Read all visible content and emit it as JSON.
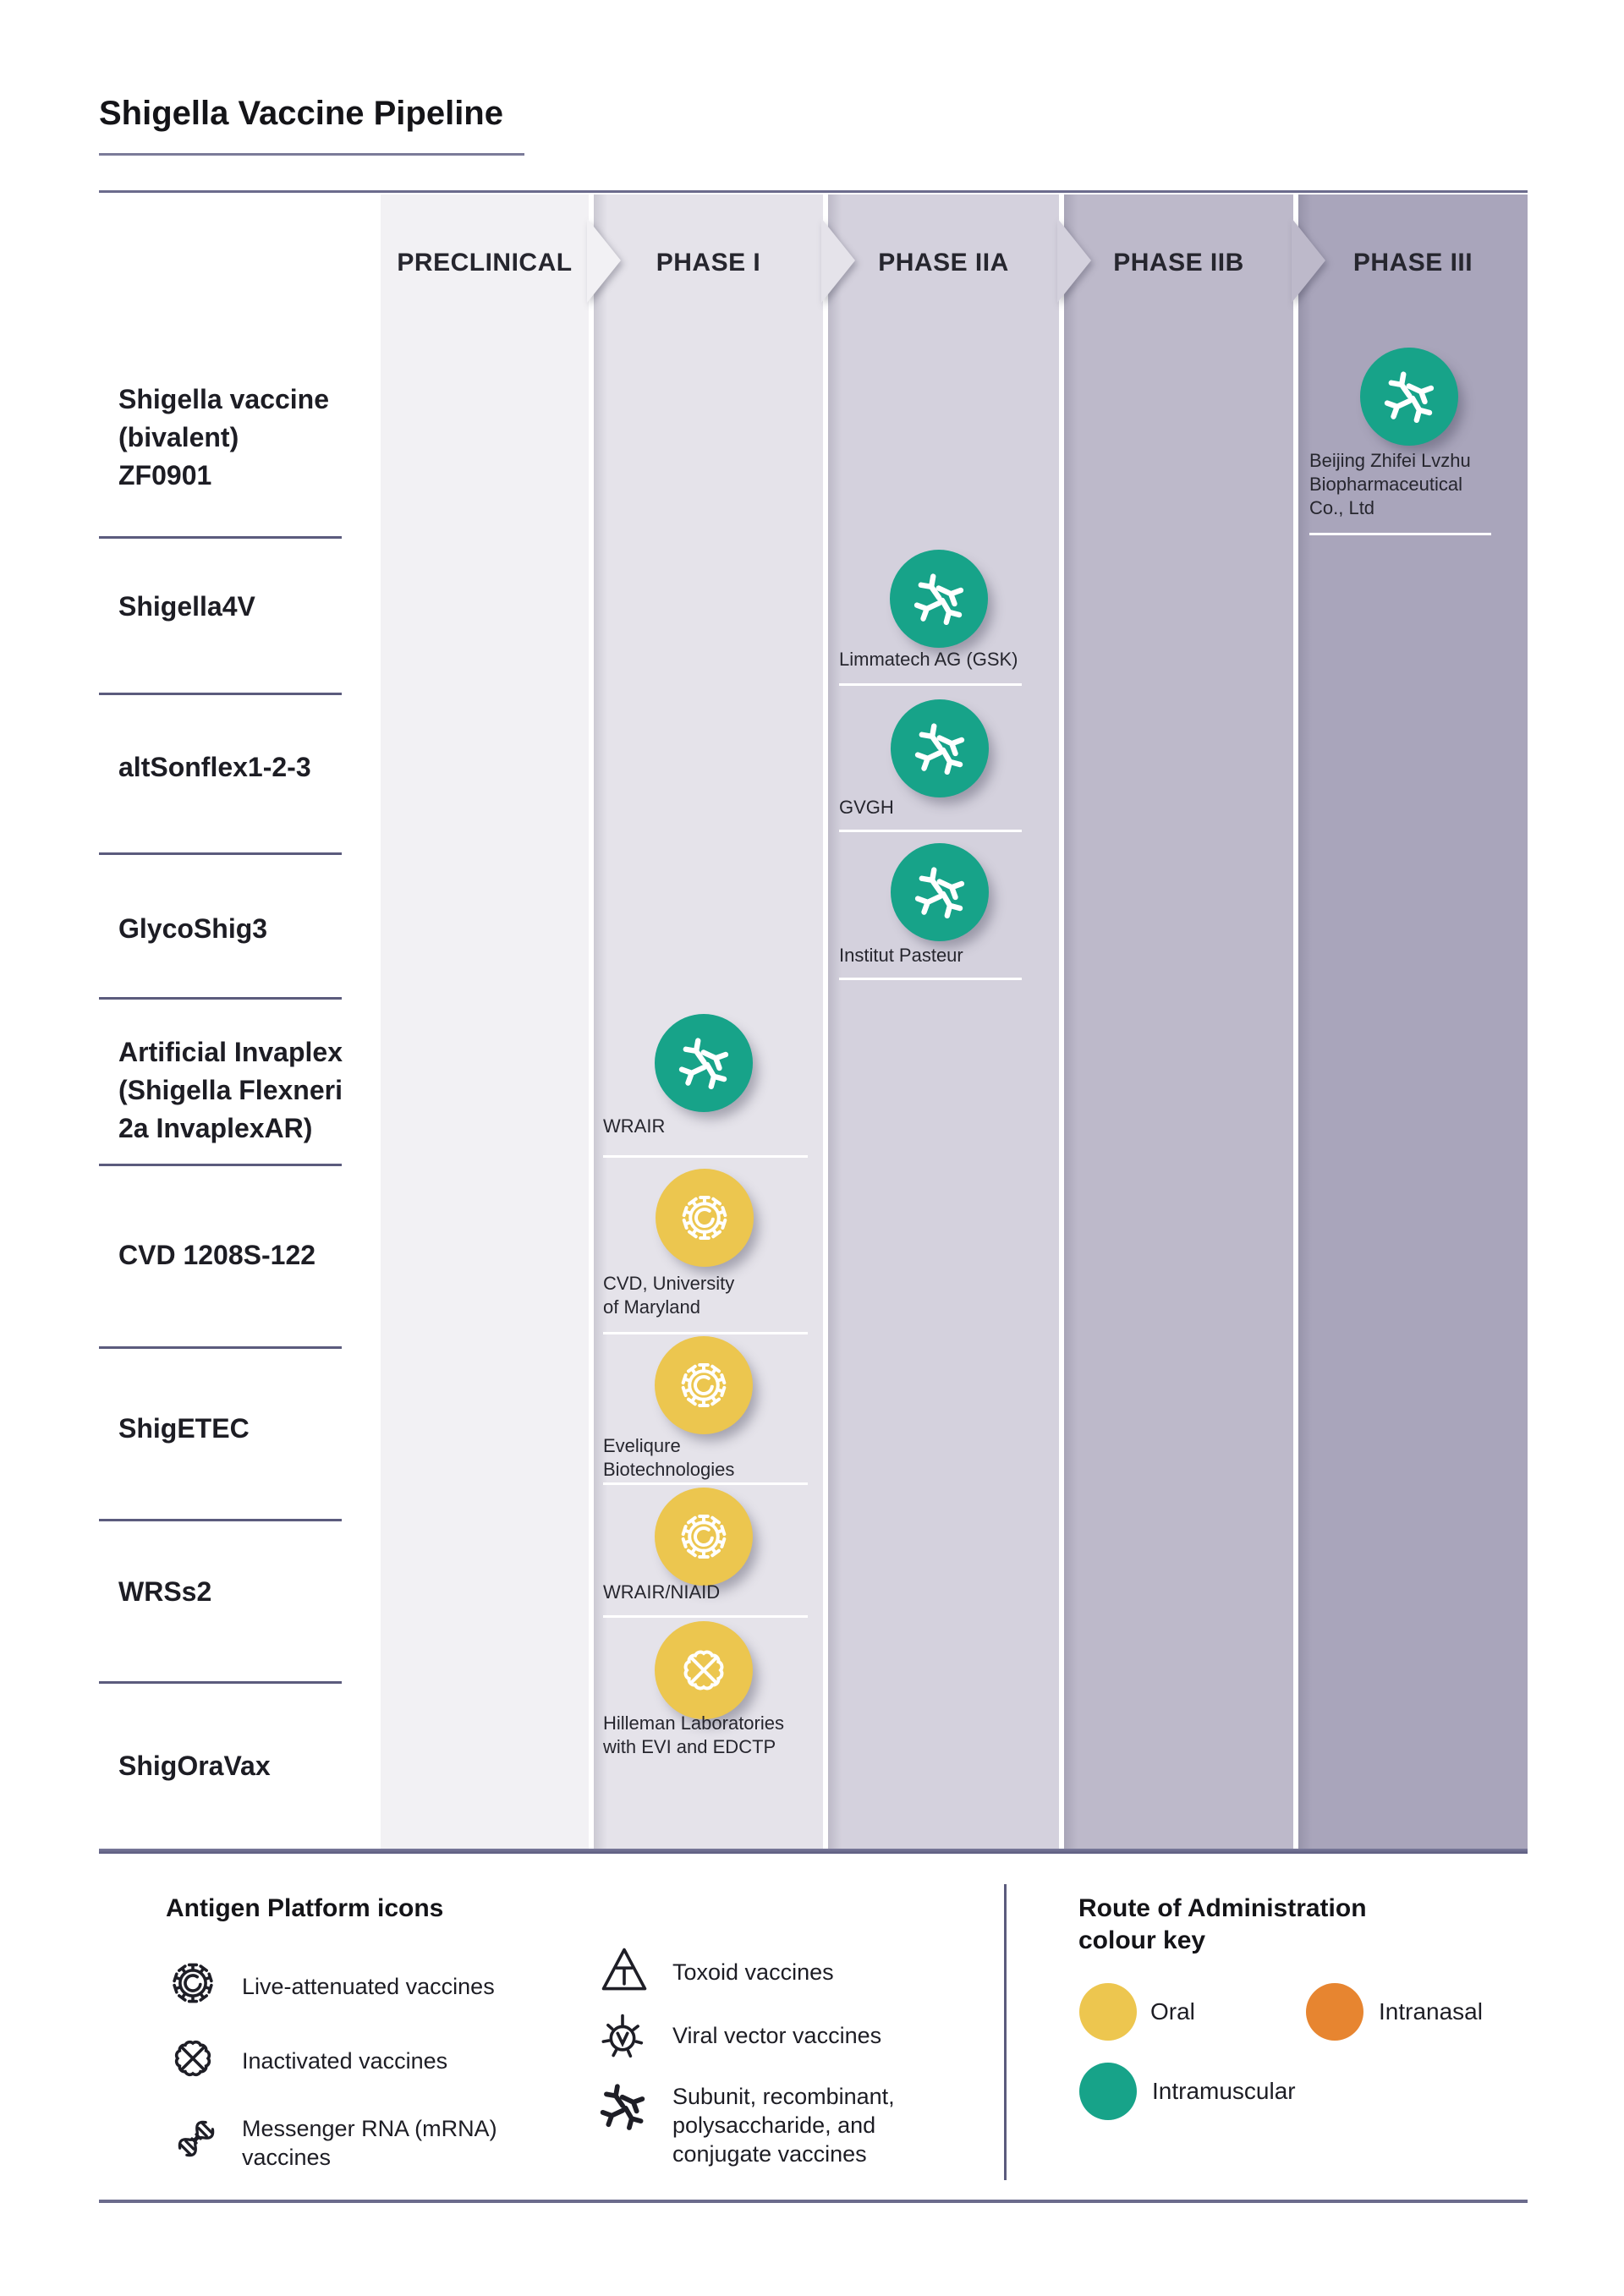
{
  "title": "Shigella Vaccine Pipeline",
  "phases": [
    "PRECLINICAL",
    "PHASE I",
    "PHASE IIA",
    "PHASE IIB",
    "PHASE III"
  ],
  "colors": {
    "phase_bands": [
      "#f2f1f4",
      "#e5e3ea",
      "#d4d1dd",
      "#bdb9ca",
      "#a9a5bb"
    ],
    "intramuscular": "#17a389",
    "oral": "#edc64f",
    "intranasal": "#e78530"
  },
  "rows": [
    {
      "name": "Shigella vaccine\n(bivalent)\nZF0901",
      "phase": "PHASE III",
      "organization": "Beijing Zhifei Lvzhu\nBiopharmaceutical\nCo., Ltd",
      "platform": "subunit-recombinant-polysaccharide-conjugate",
      "route": "intramuscular"
    },
    {
      "name": "Shigella4V",
      "phase": "PHASE IIA",
      "organization": "Limmatech AG (GSK)",
      "platform": "subunit-recombinant-polysaccharide-conjugate",
      "route": "intramuscular"
    },
    {
      "name": "altSonflex1-2-3",
      "phase": "PHASE IIA",
      "organization": "GVGH",
      "platform": "subunit-recombinant-polysaccharide-conjugate",
      "route": "intramuscular"
    },
    {
      "name": "GlycoShig3",
      "phase": "PHASE IIA",
      "organization": "Institut Pasteur",
      "platform": "subunit-recombinant-polysaccharide-conjugate",
      "route": "intramuscular"
    },
    {
      "name": "Artificial Invaplex\n(Shigella Flexneri\n2a InvaplexAR)",
      "phase": "PHASE I",
      "organization": "WRAIR",
      "platform": "subunit-recombinant-polysaccharide-conjugate",
      "route": "intramuscular"
    },
    {
      "name": "CVD 1208S-122",
      "phase": "PHASE I",
      "organization": "CVD, University\nof Maryland",
      "platform": "live-attenuated",
      "route": "oral"
    },
    {
      "name": "ShigETEC",
      "phase": "PHASE I",
      "organization": "Eveliqure\nBiotechnologies",
      "platform": "live-attenuated",
      "route": "oral"
    },
    {
      "name": "WRSs2",
      "phase": "PHASE I",
      "organization": "WRAIR/NIAID",
      "platform": "live-attenuated",
      "route": "oral"
    },
    {
      "name": "ShigOraVax",
      "phase": "PHASE I",
      "organization": "Hilleman Laboratories\nwith EVI and EDCTP",
      "platform": "inactivated",
      "route": "oral"
    }
  ],
  "legend": {
    "platform_heading": "Antigen Platform icons",
    "platform_items": [
      {
        "label": "Live-attenuated vaccines"
      },
      {
        "label": "Inactivated vaccines"
      },
      {
        "label": "Messenger RNA (mRNA)\nvaccines"
      },
      {
        "label": "Toxoid vaccines"
      },
      {
        "label": "Viral vector vaccines"
      },
      {
        "label": "Subunit, recombinant,\npolysaccharide, and\nconjugate vaccines"
      }
    ],
    "route_heading": "Route of Administration\ncolour key",
    "route_items": [
      {
        "label": "Oral",
        "color": "#edc64f"
      },
      {
        "label": "Intranasal",
        "color": "#e78530"
      },
      {
        "label": "Intramuscular",
        "color": "#17a389"
      }
    ]
  }
}
